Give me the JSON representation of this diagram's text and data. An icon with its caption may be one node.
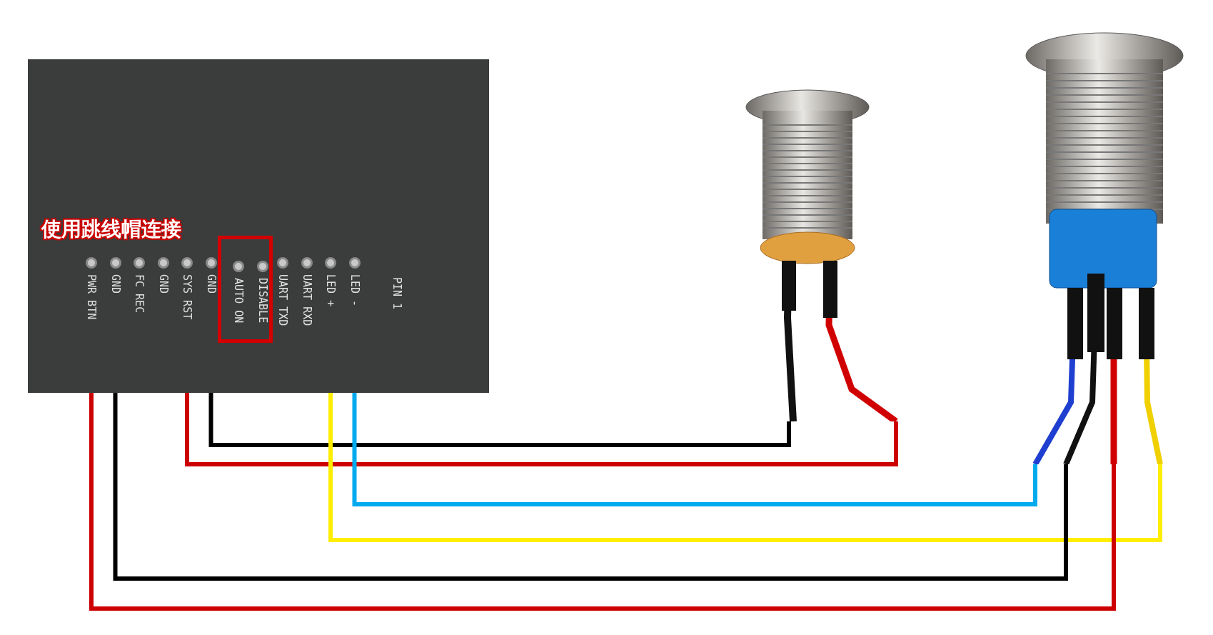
{
  "diagram": {
    "nodes": [
      {
        "text": [],
        "shape": "picture"
      },
      {
        "text": [
          "PWR BTN"
        ],
        "in": 0
      },
      {
        "text": [
          "GND"
        ],
        "in": 0
      },
      {
        "text": [
          "FC REC"
        ],
        "in": 0
      },
      {
        "text": [
          "GND"
        ],
        "in": 0
      },
      {
        "text": [
          "SYS RST"
        ],
        "in": 0
      },
      {
        "text": [
          "GND"
        ],
        "in": 0
      },
      {
        "text": [],
        "shape": "box",
        "in": 0
      },
      {
        "text": [
          "AUTO ON"
        ],
        "in": 7
      },
      {
        "text": [
          "DISABLE"
        ],
        "in": 7
      },
      {
        "text": [
          "UART TXD"
        ],
        "in": 0
      },
      {
        "text": [
          "UART RXD"
        ],
        "in": 0
      },
      {
        "text": [
          "LED +"
        ],
        "in": 0
      },
      {
        "text": [
          "LED -"
        ],
        "in": 0
      },
      {
        "text": [],
        "shape": "picture"
      },
      {
        "text": [],
        "shape": "picture"
      }
    ],
    "edges": [
      {
        "from": 6,
        "to": 14,
        "arrow": "none",
        "color": "#000000"
      },
      {
        "from": 5,
        "to": 14,
        "arrow": "none",
        "color": "#cc0000"
      },
      {
        "from": 13,
        "to": 15,
        "arrow": "none",
        "color": "#00aaee"
      },
      {
        "from": 12,
        "to": 15,
        "arrow": "none",
        "color": "#ffee00"
      },
      {
        "from": 2,
        "to": 15,
        "arrow": "none",
        "color": "#000000"
      },
      {
        "from": 1,
        "to": 15,
        "arrow": "none",
        "color": "#cc0000"
      }
    ],
    "labels": [
      "使用跳线帽连接",
      "PIN 1"
    ]
  }
}
